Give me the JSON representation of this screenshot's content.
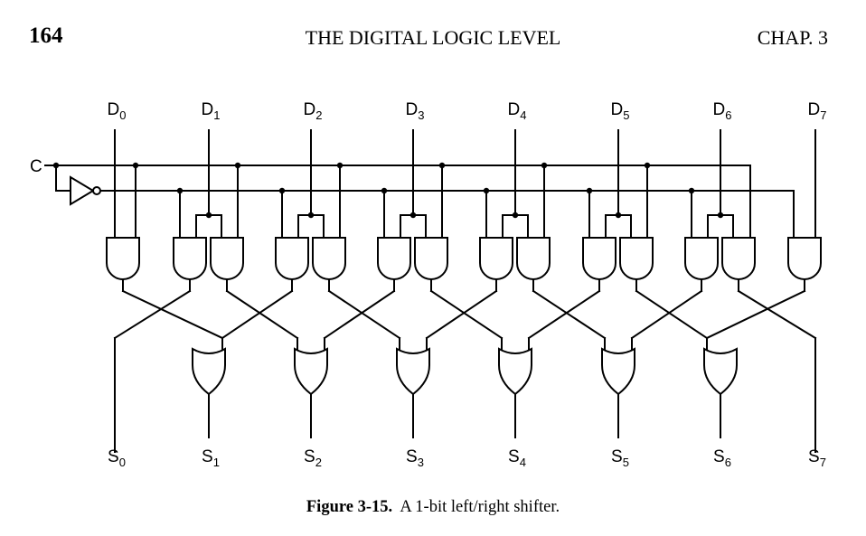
{
  "header": {
    "page_number": "164",
    "chapter_title": "THE DIGITAL LOGIC LEVEL",
    "chapter_ref": "CHAP.  3"
  },
  "diagram": {
    "control_label": "C",
    "inputs": [
      {
        "base": "D",
        "sub": "0"
      },
      {
        "base": "D",
        "sub": "1"
      },
      {
        "base": "D",
        "sub": "2"
      },
      {
        "base": "D",
        "sub": "3"
      },
      {
        "base": "D",
        "sub": "4"
      },
      {
        "base": "D",
        "sub": "5"
      },
      {
        "base": "D",
        "sub": "6"
      },
      {
        "base": "D",
        "sub": "7"
      }
    ],
    "outputs": [
      {
        "base": "S",
        "sub": "0"
      },
      {
        "base": "S",
        "sub": "1"
      },
      {
        "base": "S",
        "sub": "2"
      },
      {
        "base": "S",
        "sub": "3"
      },
      {
        "base": "S",
        "sub": "4"
      },
      {
        "base": "S",
        "sub": "5"
      },
      {
        "base": "S",
        "sub": "6"
      },
      {
        "base": "S",
        "sub": "7"
      }
    ]
  },
  "caption": {
    "label": "Figure 3-15.",
    "text": "A 1-bit left/right shifter."
  }
}
